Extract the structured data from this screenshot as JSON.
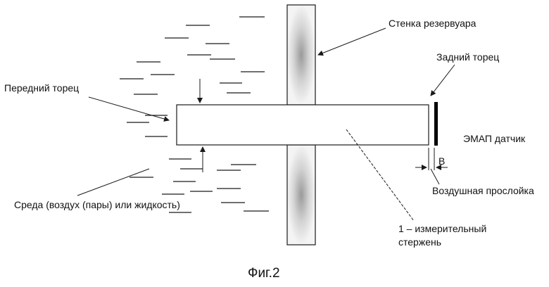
{
  "labels": {
    "wall": "Стенка резервуара",
    "rear_face": "Задний торец",
    "front_face": "Передний торец",
    "sensor": "ЭМАП датчик",
    "gap_letter": "B",
    "air_gap": "Воздушная прослойка",
    "medium": "Среда (воздух (пары) или жидкость)",
    "rod_line1": "1 – измерительный",
    "rod_line2": "стержень"
  },
  "caption": "Фиг.2",
  "colors": {
    "stroke": "#1a1a1a",
    "wall_light": "#f2f2f2",
    "wall_dark": "#9a9a9a",
    "sensor": "#000000"
  }
}
